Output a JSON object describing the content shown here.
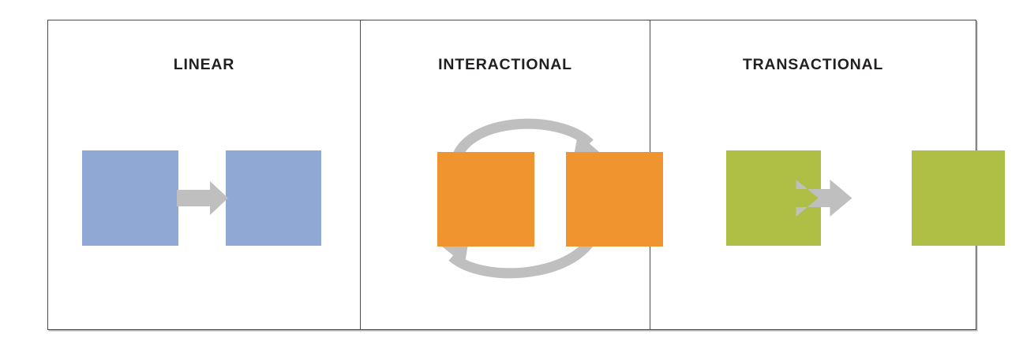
{
  "diagram": {
    "frame": {
      "border_color": "#4a4a4a",
      "background": "#ffffff"
    },
    "panels": [
      {
        "id": "linear",
        "title": "LINEAR",
        "node_color": "#90A8D4",
        "arrow_color": "#BFBFBF",
        "arrow_type": "single-right-arrow",
        "nodes": [
          "sender-node",
          "receiver-node"
        ]
      },
      {
        "id": "interactional",
        "title": "INTERACTIONAL",
        "node_color": "#F0942F",
        "arrow_color": "#BFBFBF",
        "arrow_type": "circular-feedback-arrows",
        "nodes": [
          "communicator-node-left",
          "communicator-node-right"
        ]
      },
      {
        "id": "transactional",
        "title": "TRANSACTIONAL",
        "node_color": "#AFBE44",
        "arrow_color": "#BFBFBF",
        "arrow_type": "double-headed-arrow",
        "nodes": [
          "communicator-node-left",
          "communicator-node-right"
        ]
      }
    ],
    "title_color": "#231f20"
  }
}
